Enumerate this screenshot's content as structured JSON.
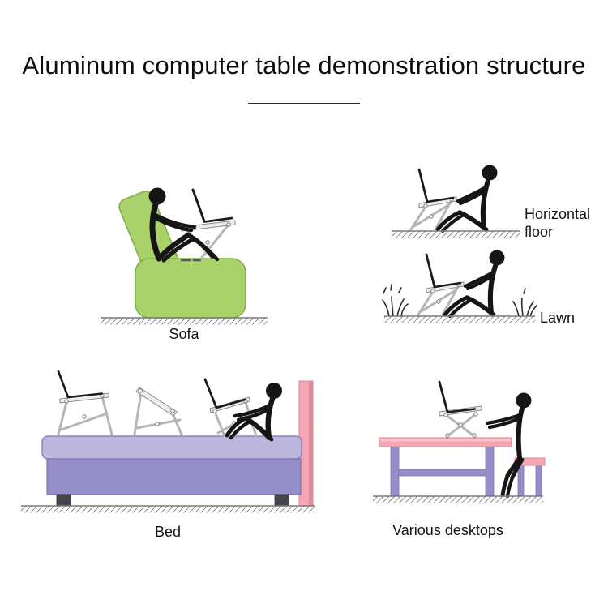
{
  "title": "Aluminum computer table demonstration structure",
  "scenes": {
    "sofa": {
      "label": "Sofa"
    },
    "horizontal_floor": {
      "label_line1": "Horizontal",
      "label_line2": "floor"
    },
    "lawn": {
      "label": "Lawn"
    },
    "bed": {
      "label": "Bed"
    },
    "desktops": {
      "label": "Various desktops"
    }
  },
  "colors": {
    "sofa_green": "#a9d36a",
    "sofa_green_border": "#7fae4a",
    "mattress_purple": "#bcb6dd",
    "bed_base_purple": "#968ec8",
    "bed_border_purple": "#7d74b5",
    "headboard_pink": "#f4a7b2",
    "pink_border": "#d98d99",
    "pink_light": "#f8c3ca",
    "figure_black": "#151515",
    "laptop_dark": "#1a1a1a",
    "stand_gray": "#b5b5b5",
    "platform_gray": "#ededed",
    "ground_gray": "#7a7a7a"
  }
}
